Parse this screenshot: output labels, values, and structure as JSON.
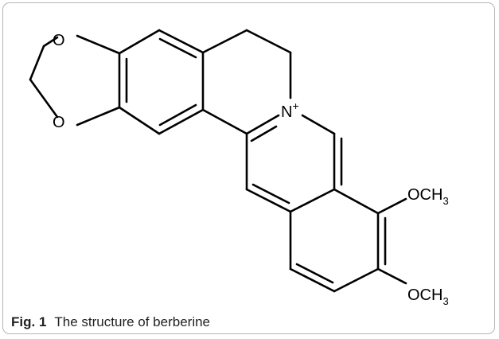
{
  "caption": {
    "label": "Fig. 1",
    "text": "The structure of berberine"
  },
  "molecule": {
    "atoms": {
      "oxygen_top": "O",
      "oxygen_bottom": "O",
      "nitrogen": "N",
      "nitrogen_charge": "+",
      "methoxy_top": {
        "main": "OCH",
        "sub": "3"
      },
      "methoxy_bottom": {
        "main": "OCH",
        "sub": "3"
      }
    }
  },
  "colors": {
    "ink": "#000000",
    "frame": "#b5b5b5",
    "caption": "#222222"
  }
}
